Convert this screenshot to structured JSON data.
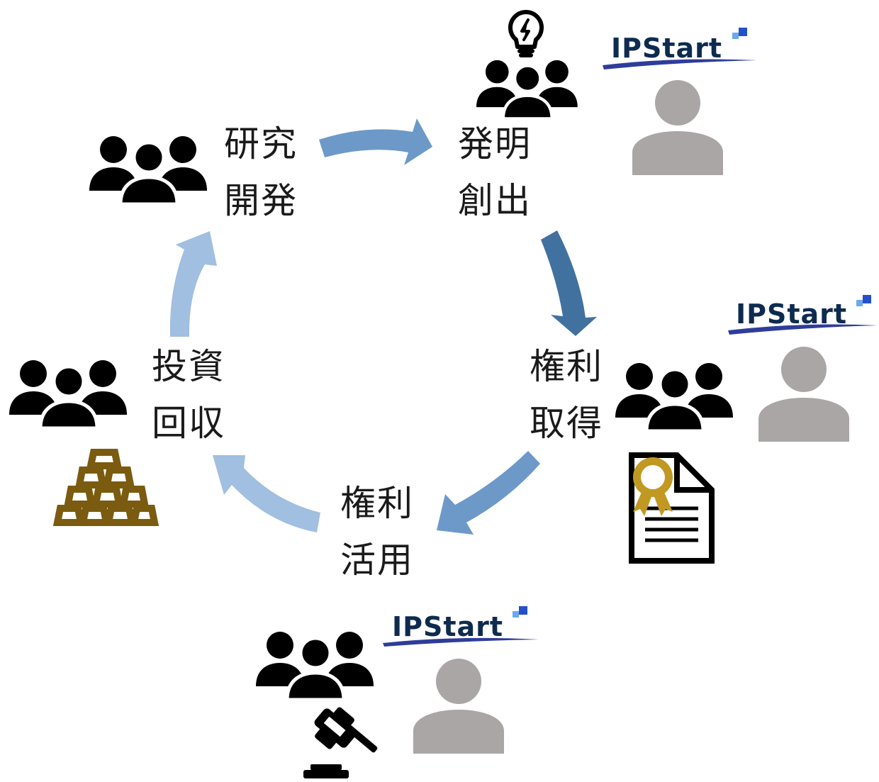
{
  "cycle": {
    "stages": [
      {
        "id": "research",
        "lines": [
          "研究",
          "開発"
        ]
      },
      {
        "id": "invention",
        "lines": [
          "発明",
          "創出"
        ]
      },
      {
        "id": "rights-acquisition",
        "lines": [
          "権利",
          "取得"
        ]
      },
      {
        "id": "rights-utilization",
        "lines": [
          "権利",
          "活用"
        ]
      },
      {
        "id": "investment-recovery",
        "lines": [
          "投資",
          "回収"
        ]
      }
    ]
  },
  "brand": {
    "name": "IPStart"
  },
  "colors": {
    "arrow_medium": "#6d99c9",
    "arrow_dark": "#41719f",
    "arrow_light": "#a1bfe0",
    "people": "#000000",
    "person_silhouette": "#aaa6a6",
    "gold": "#7a5b0f",
    "ribbon": "#c19822",
    "brand_text": "#0e2b4f",
    "brand_swoosh": "#2e3c9a"
  },
  "icons": [
    "people-group-icon",
    "lightbulb-icon",
    "person-icon",
    "certificate-icon",
    "gold-bars-icon",
    "gavel-icon",
    "cycle-arrow-icon"
  ]
}
